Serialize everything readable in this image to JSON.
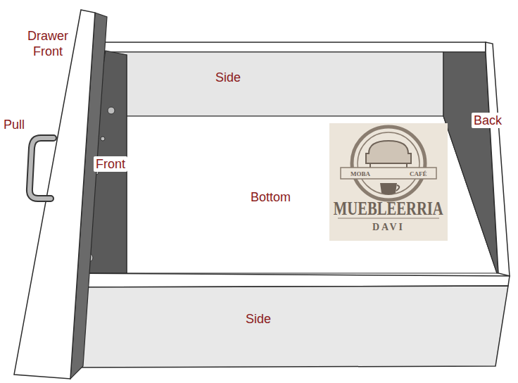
{
  "diagram": {
    "labels": [
      "Drawer Front",
      "Pull",
      "Side",
      "Front",
      "Back",
      "Bottom",
      "Side",
      "MOBA",
      "CAFÉ",
      "MUEBLEERRIA",
      "DAVI"
    ]
  }
}
